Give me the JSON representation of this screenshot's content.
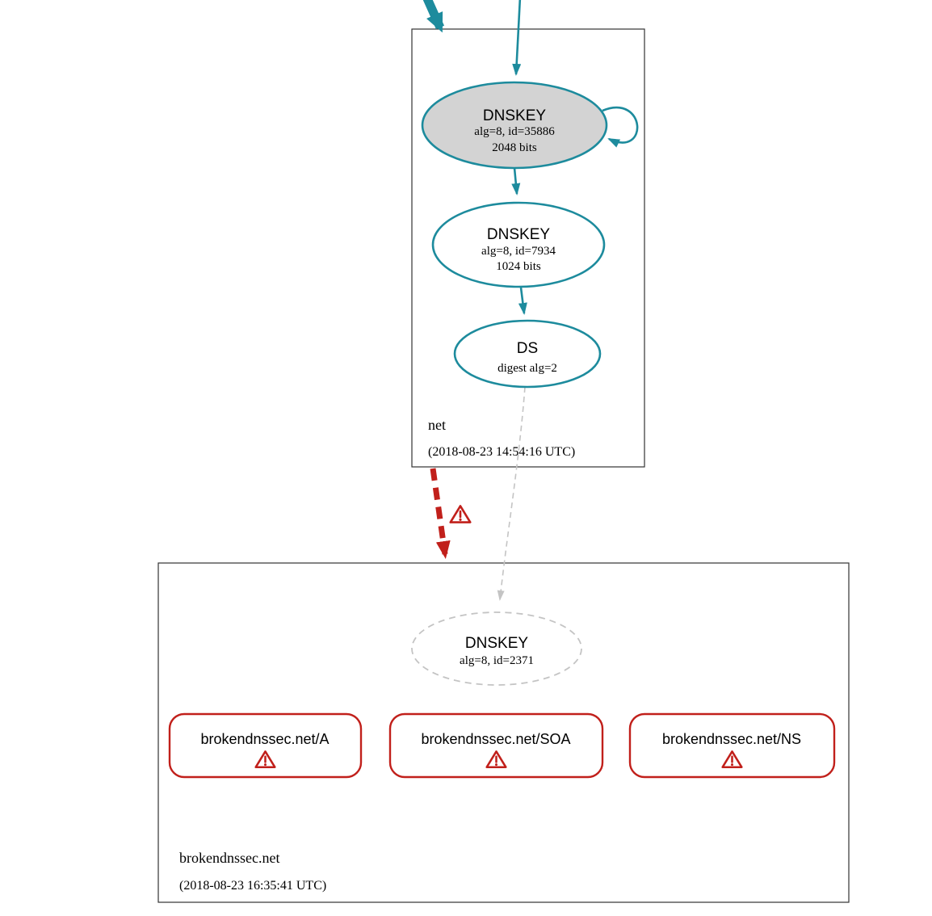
{
  "colors": {
    "teal": "#1d8b9d",
    "red": "#c1201b",
    "node_fill_gray": "#d3d3d3",
    "dashed_gray": "#c4c4c4",
    "box_border": "#333333"
  },
  "zones": {
    "net": {
      "label": "net",
      "timestamp": "(2018-08-23 14:54:16 UTC)",
      "ksk": {
        "title": "DNSKEY",
        "detail1": "alg=8, id=35886",
        "detail2": "2048 bits"
      },
      "zsk": {
        "title": "DNSKEY",
        "detail1": "alg=8, id=7934",
        "detail2": "1024 bits"
      },
      "ds": {
        "title": "DS",
        "detail1": "digest alg=2"
      }
    },
    "broken": {
      "label": "brokendnssec.net",
      "timestamp": "(2018-08-23 16:35:41 UTC)",
      "dnskey": {
        "title": "DNSKEY",
        "detail1": "alg=8, id=2371"
      },
      "rrsets": [
        {
          "label": "brokendnssec.net/A"
        },
        {
          "label": "brokendnssec.net/SOA"
        },
        {
          "label": "brokendnssec.net/NS"
        }
      ]
    }
  }
}
